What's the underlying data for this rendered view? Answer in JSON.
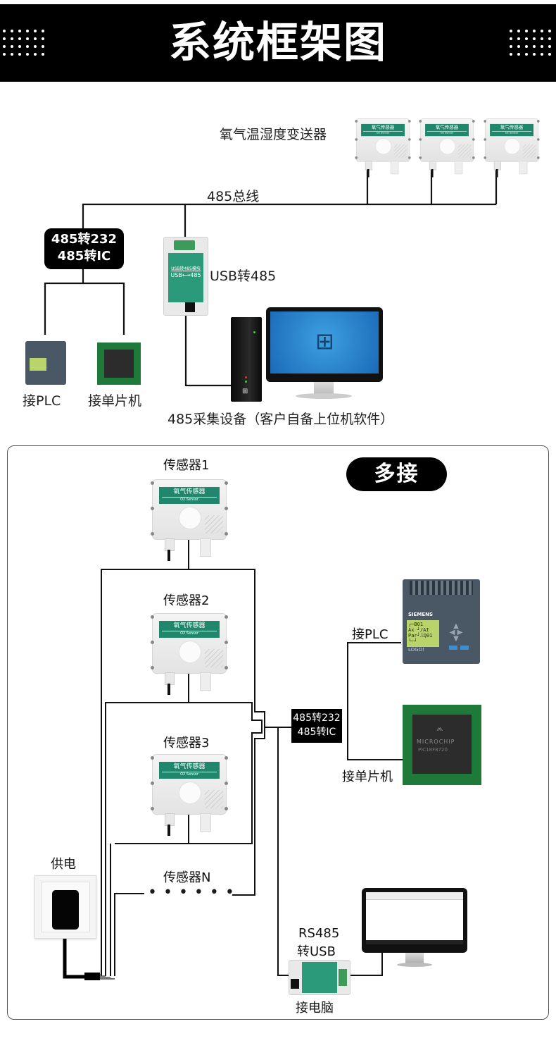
{
  "header": {
    "title": "系统框架图"
  },
  "top_diagram": {
    "sensors_label": "氧气温湿度变送器",
    "sensor_band_text": "氧气传感器",
    "sensor_band_subtext": "O2 Sensor",
    "bus_label": "485总线",
    "converter_box": {
      "line1": "485转232",
      "line2": "485转IC"
    },
    "usb_module_label": "USB转485",
    "usb_module_pcb_title": "USB转485模块",
    "usb_module_pcb_sub": "USB⟷485",
    "plc_label": "接PLC",
    "mcu_label": "接单片机",
    "pc_label": "485采集设备（客户自备上位机软件）"
  },
  "bottom_panel": {
    "badge": "多接",
    "sensors": [
      {
        "label": "传感器1"
      },
      {
        "label": "传感器2"
      },
      {
        "label": "传感器3"
      },
      {
        "label": "传感器N"
      }
    ],
    "sensor_band_text": "氧气传感器",
    "sensor_band_subtext": "O2 Sensor",
    "ellipsis": "••••••",
    "converter_box": {
      "line1": "485转232",
      "line2": "485转IC"
    },
    "plc_label": "接PLC",
    "plc_brand": "SIEMENS",
    "plc_model": "LOGO!",
    "plc_lcd_lines": [
      "   ┌─B01",
      "Ax ┘/AI",
      "Par┘⎍Q01",
      "   └─┘"
    ],
    "mcu_label": "接单片机",
    "mcu_brand": "MICROCHIP",
    "mcu_part": "PIC18F8720",
    "power_label": "供电",
    "rs485_usb_label_line1": "RS485",
    "rs485_usb_label_line2": "转USB",
    "pc_label": "接电脑"
  },
  "colors": {
    "header_bg": "#000000",
    "sensor_band": "#21876c",
    "module_pcb": "#2a9a7a",
    "screen_blue": "#2a86d0",
    "wire": "#111111",
    "panel_border": "#555555"
  }
}
